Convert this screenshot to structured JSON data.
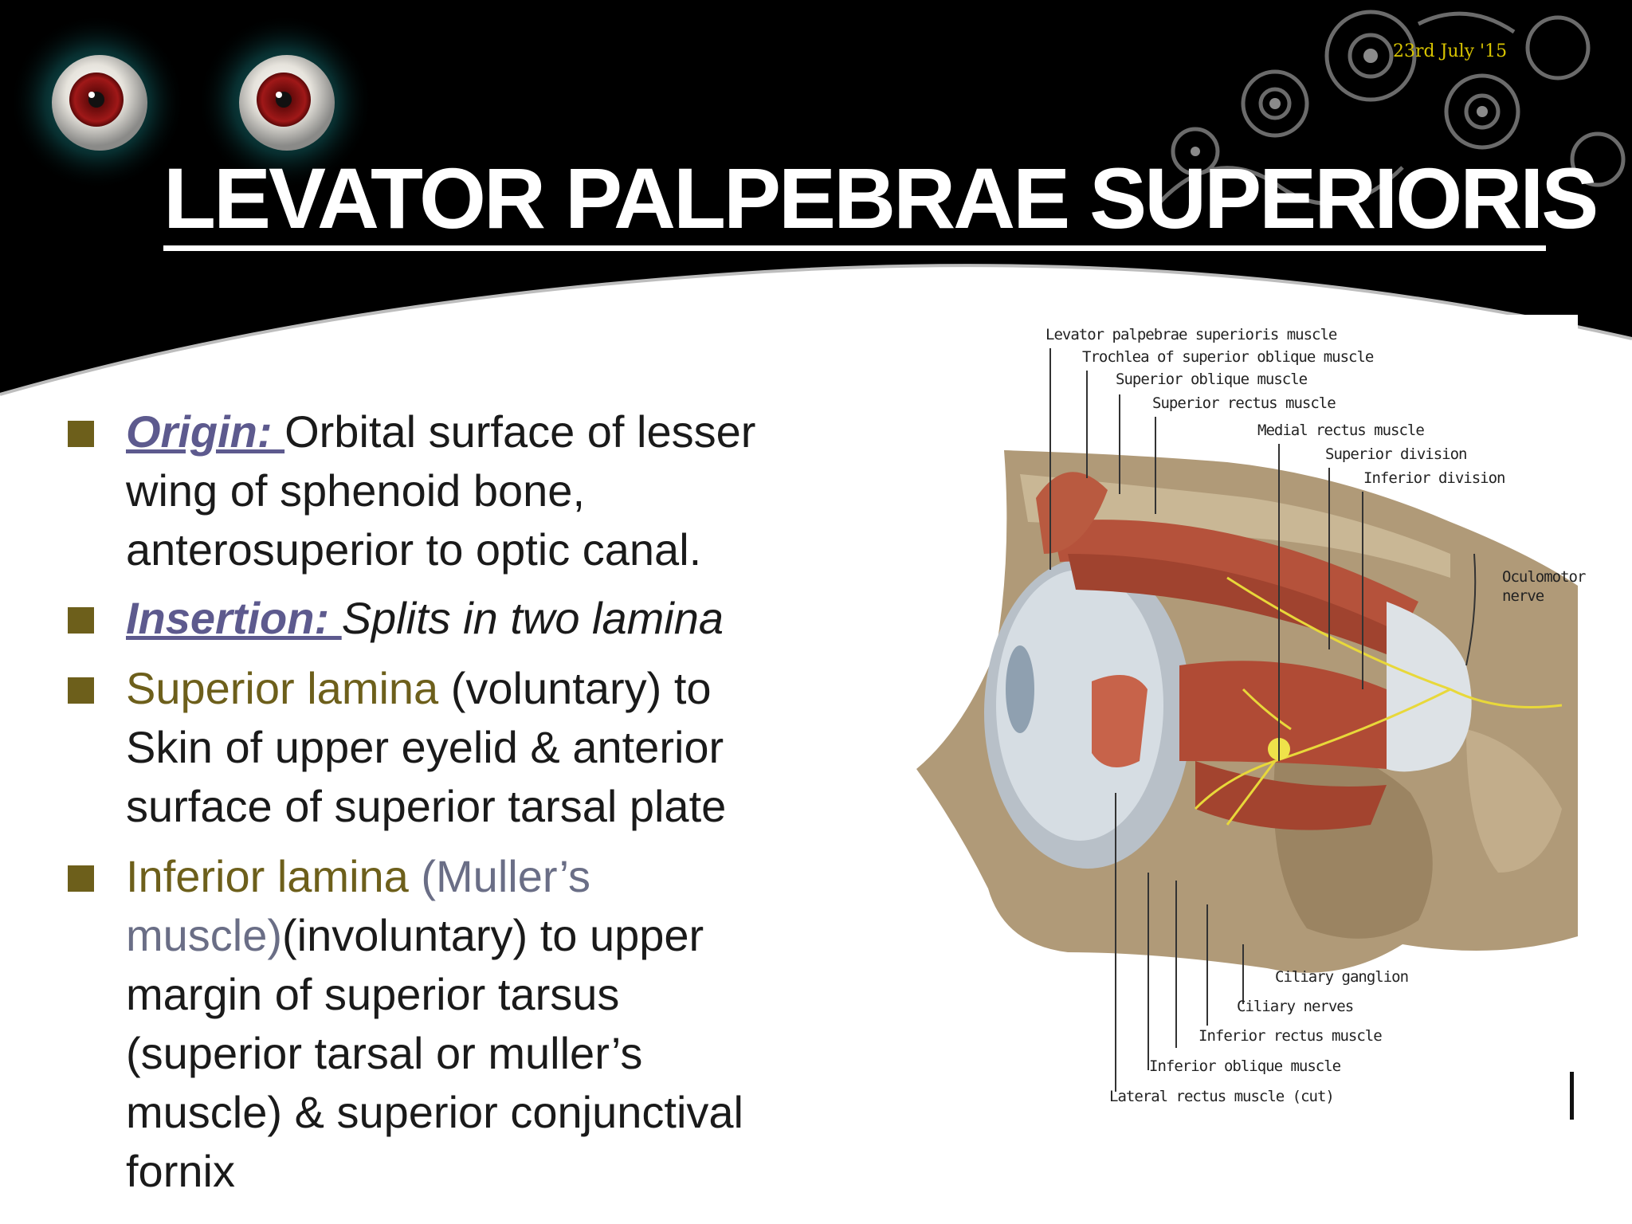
{
  "slide": {
    "date": "23rd July '15",
    "title": "LEVATOR PALPEBRAE SUPERIORIS"
  },
  "bullets": [
    {
      "label": "Origin: ",
      "lines": [
        "Orbital surface of lesser",
        "wing of sphenoid bone,",
        "anterosuperior to optic canal."
      ]
    },
    {
      "label": "Insertion: ",
      "text": "Splits in two lamina"
    },
    {
      "lead": "Superior lamina",
      "line1_rest": " (voluntary)  to",
      "lines": [
        "Skin of upper  eyelid &  anterior",
        "surface of superior tarsal plate"
      ]
    },
    {
      "lead": "Inferior lamina ",
      "lead2a": "(Muller’s",
      "lead2b": "muscle)",
      "line2_rest": "(involuntary) to upper",
      "lines": [
        "margin of superior tarsus",
        "(superior tarsal or muller’s",
        "muscle)   & superior conjunctival",
        "fornix"
      ]
    }
  ],
  "figure": {
    "labels_top": [
      "Levator palpebrae superioris muscle",
      "Trochlea of superior oblique muscle",
      "Superior oblique muscle",
      "Superior rectus muscle",
      "Medial rectus muscle",
      "Superior division",
      "Inferior division",
      "Oculomotor",
      "nerve"
    ],
    "labels_bottom": [
      "Ciliary ganglion",
      "Ciliary nerves",
      "Inferior rectus muscle",
      "Inferior oblique muscle",
      "Lateral rectus  muscle (cut)"
    ]
  }
}
